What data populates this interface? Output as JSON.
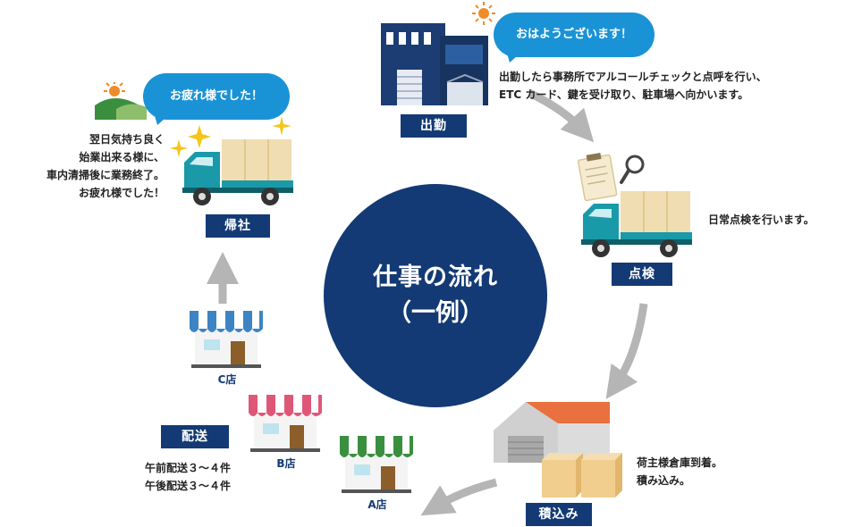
{
  "center": {
    "line1": "仕事の流れ",
    "line2": "（一例）"
  },
  "steps": {
    "shukkin": {
      "label": "出勤",
      "bubble": "おはようございます！",
      "desc": [
        "出勤したら事務所でアルコールチェックと点呼を行い、",
        "ETC カード、鍵を受け取り、駐車場へ向かいます。"
      ]
    },
    "tenken": {
      "label": "点検",
      "desc": "日常点検を行います。"
    },
    "tsumikomi": {
      "label": "積込み",
      "desc": [
        "荷主様倉庫到着。",
        "積み込み。"
      ]
    },
    "haisou": {
      "label": "配送",
      "desc": [
        "午前配送３～４件",
        "午後配送３～４件"
      ]
    },
    "kisha": {
      "label": "帰社",
      "bubble": "お疲れ様でした！",
      "desc": [
        "翌日気持ち良く",
        "始業出来る様に、",
        "車内清掃後に業務終了。",
        "お疲れ様でした！"
      ]
    }
  },
  "stores": {
    "a": "A店",
    "b": "B店",
    "c": "C店"
  },
  "colors": {
    "navy": "#133a74",
    "bubble": "#1a93d6",
    "arrow": "#b5b5b5",
    "truck": "#1a9aa8",
    "cargo": "#f1ddb2",
    "roof": "#e9713f"
  },
  "icons": [
    "sun-icon",
    "office-building-icon",
    "clipboard-icon",
    "magnifier-icon",
    "truck-icon",
    "warehouse-icon",
    "box-icon",
    "store-icon",
    "sparkle-icon",
    "landscape-icon"
  ]
}
